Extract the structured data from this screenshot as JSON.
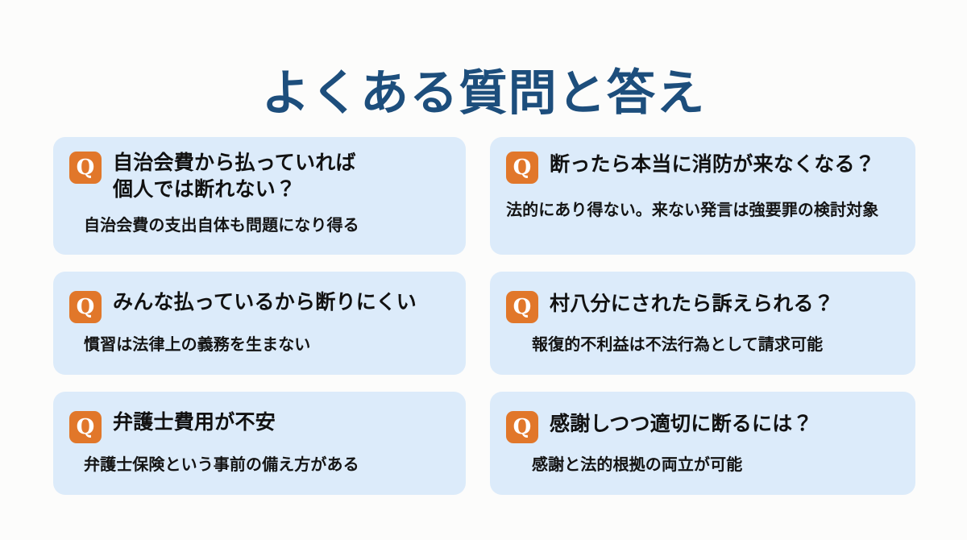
{
  "page": {
    "background_color": "#fcfcfb"
  },
  "header": {
    "title": "よくある質問と答え",
    "title_color": "#1d4e7c"
  },
  "theme": {
    "card_background": "#dcebfa",
    "badge_color": "#e1772a",
    "badge_text_color": "#ffffff",
    "question_text_color": "#111111",
    "answer_text_color": "#141414"
  },
  "faq": {
    "badge_label": "Q",
    "items": [
      {
        "question_lines": [
          "自治会費から払っていれば",
          "個人では断れない？"
        ],
        "question": "自治会費から払っていれば個人では断れない？",
        "answer": "自治会費の支出自体も問題になり得る"
      },
      {
        "question_lines": [
          "断ったら本当に消防が来なくなる？"
        ],
        "question": "断ったら本当に消防が来なくなる？",
        "answer": "法的にあり得ない。来ない発言は強要罪の検討対象"
      },
      {
        "question_lines": [
          "みんな払っているから断りにくい"
        ],
        "question": "みんな払っているから断りにくい",
        "answer": "慣習は法律上の義務を生まない"
      },
      {
        "question_lines": [
          "村八分にされたら訴えられる？"
        ],
        "question": "村八分にされたら訴えられる？",
        "answer": "報復的不利益は不法行為として請求可能"
      },
      {
        "question_lines": [
          "弁護士費用が不安"
        ],
        "question": "弁護士費用が不安",
        "answer": "弁護士保険という事前の備え方がある"
      },
      {
        "question_lines": [
          "感謝しつつ適切に断るには？"
        ],
        "question": "感謝しつつ適切に断るには？",
        "answer": "感謝と法的根拠の両立が可能"
      }
    ]
  }
}
